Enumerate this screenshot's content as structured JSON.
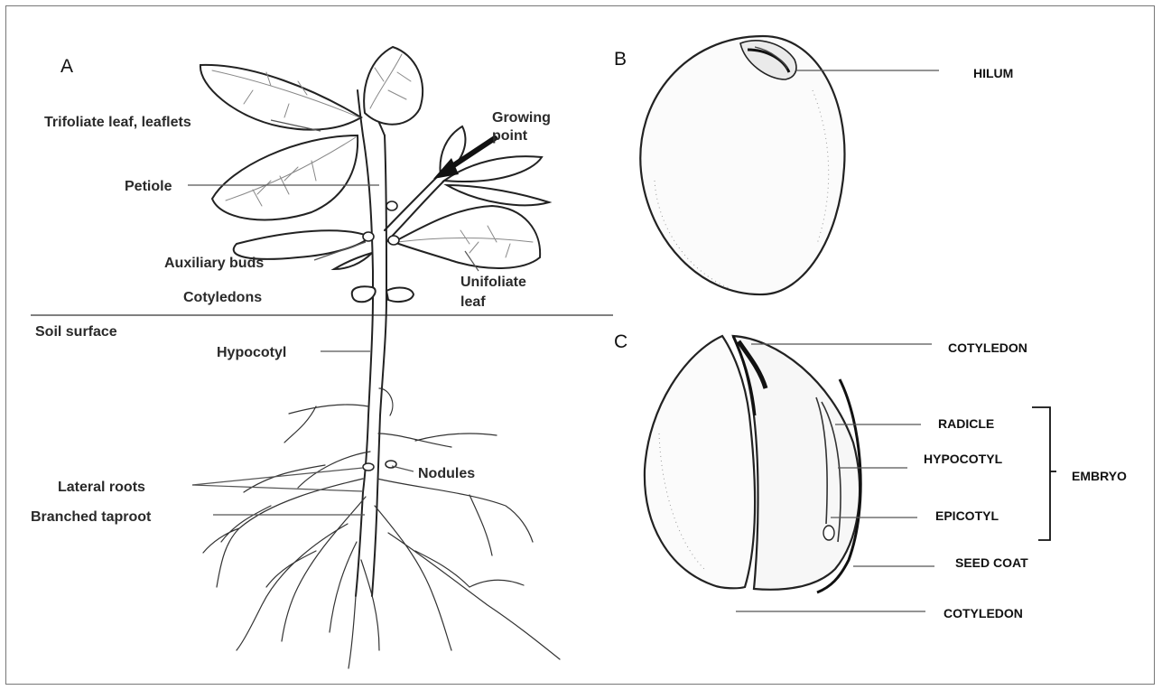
{
  "panels": {
    "a": {
      "letter": "A",
      "labels": {
        "trifoliate": "Trifoliate leaf, leaflets",
        "growing_1": "Growing",
        "growing_2": "point",
        "petiole": "Petiole",
        "auxiliary": "Auxiliary buds",
        "unifoliate_1": "Unifoliate",
        "unifoliate_2": "leaf",
        "cotyledons": "Cotyledons",
        "soil": "Soil surface",
        "hypocotyl": "Hypocotyl",
        "nodules": "Nodules",
        "lateral": "Lateral roots",
        "taproot": "Branched taproot"
      }
    },
    "b": {
      "letter": "B",
      "labels": {
        "hilum": "HILUM"
      }
    },
    "c": {
      "letter": "C",
      "labels": {
        "cotyledon_top": "COTYLEDON",
        "radicle": "RADICLE",
        "hypocotyl": "HYPOCOTYL",
        "embryo": "EMBRYO",
        "epicotyl": "EPICOTYL",
        "seed_coat": "SEED COAT",
        "cotyledon_bottom": "COTYLEDON"
      }
    }
  },
  "colors": {
    "ink": "#222222",
    "label": "#2a2a2a",
    "frame": "#777777"
  }
}
